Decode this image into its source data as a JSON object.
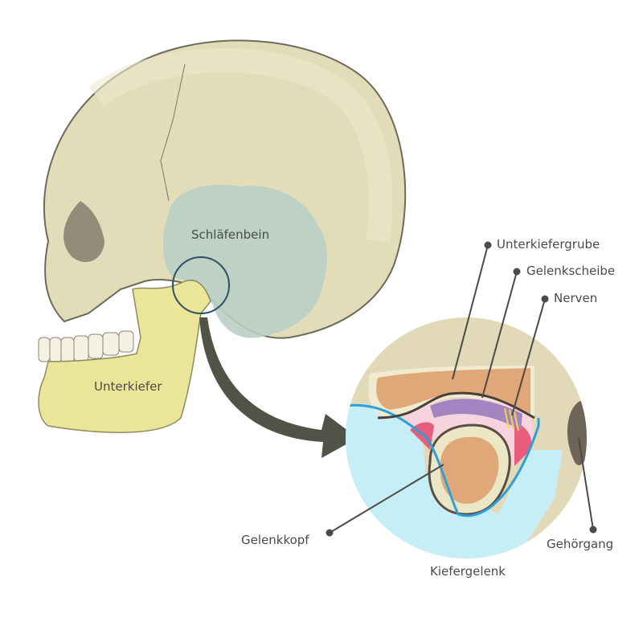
{
  "labels": {
    "temporal_bone": "Schläfenbein",
    "mandible": "Unterkiefer",
    "mandibular_fossa": "Unterkiefergrube",
    "articular_disc": "Gelenkscheibe",
    "nerves": "Nerven",
    "condyle": "Gelenkkopf",
    "ear_canal": "Gehörgang",
    "jaw_joint": "Kiefergelenk"
  },
  "colors": {
    "skull": "#e3dcb8",
    "temporal": "#b9cfc7",
    "mandible": "#ebe59a",
    "bone_marrow": "#e0a878",
    "disc": "#a584c2",
    "synovial": "#e85c7c",
    "capsule": "#2e9fd8",
    "soft_tissue": "#c6eef6",
    "arrow": "#4f5446"
  }
}
